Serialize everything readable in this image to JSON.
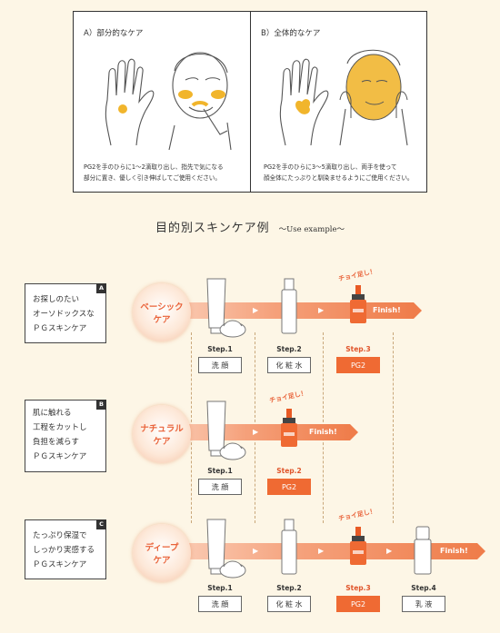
{
  "panels": [
    {
      "title": "A）部分的なケア",
      "desc1": "PG2を手のひらに1〜2滴取り出し、指先で気になる",
      "desc2": "部分に置き、優しく引き伸ばしてご使用ください。"
    },
    {
      "title": "B）全体的なケア",
      "desc1": "PG2を手のひらに3〜5滴取り出し、両手を使って",
      "desc2": "顔全体にたっぷりと馴染ませるようにご使用ください。"
    }
  ],
  "heading": {
    "main": "目的別スキンケア例",
    "sub": "〜Use example〜"
  },
  "rows": [
    {
      "badge": "A",
      "lines": [
        "お探しのたい",
        "オーソドックスな",
        "ＰＧスキンケア"
      ],
      "care": [
        "ベーシック",
        "ケア"
      ],
      "finish": "Finish!",
      "tag": "チョイ足し！",
      "steps": [
        {
          "step": "Step.1",
          "label": "洗 顔"
        },
        {
          "step": "Step.2",
          "label": "化 粧 水"
        },
        {
          "step": "Step.3",
          "label": "PG2"
        }
      ]
    },
    {
      "badge": "B",
      "lines": [
        "肌に触れる",
        "工程をカットし",
        "負担を減らす",
        "ＰＧスキンケア"
      ],
      "care": [
        "ナチュラル",
        "ケア"
      ],
      "finish": "Finish!",
      "tag": "チョイ足し！",
      "steps": [
        {
          "step": "Step.1",
          "label": "洗 顔"
        },
        {
          "step": "Step.2",
          "label": "PG2"
        }
      ]
    },
    {
      "badge": "C",
      "lines": [
        "たっぷり保湿で",
        "しっかり実感する",
        "ＰＧスキンケア"
      ],
      "care": [
        "ディープ",
        "ケア"
      ],
      "finish": "Finish!",
      "tag": "チョイ足し！",
      "steps": [
        {
          "step": "Step.1",
          "label": "洗 顔"
        },
        {
          "step": "Step.2",
          "label": "化 粧 水"
        },
        {
          "step": "Step.3",
          "label": "PG2"
        },
        {
          "step": "Step.4",
          "label": "乳 液"
        }
      ]
    }
  ]
}
